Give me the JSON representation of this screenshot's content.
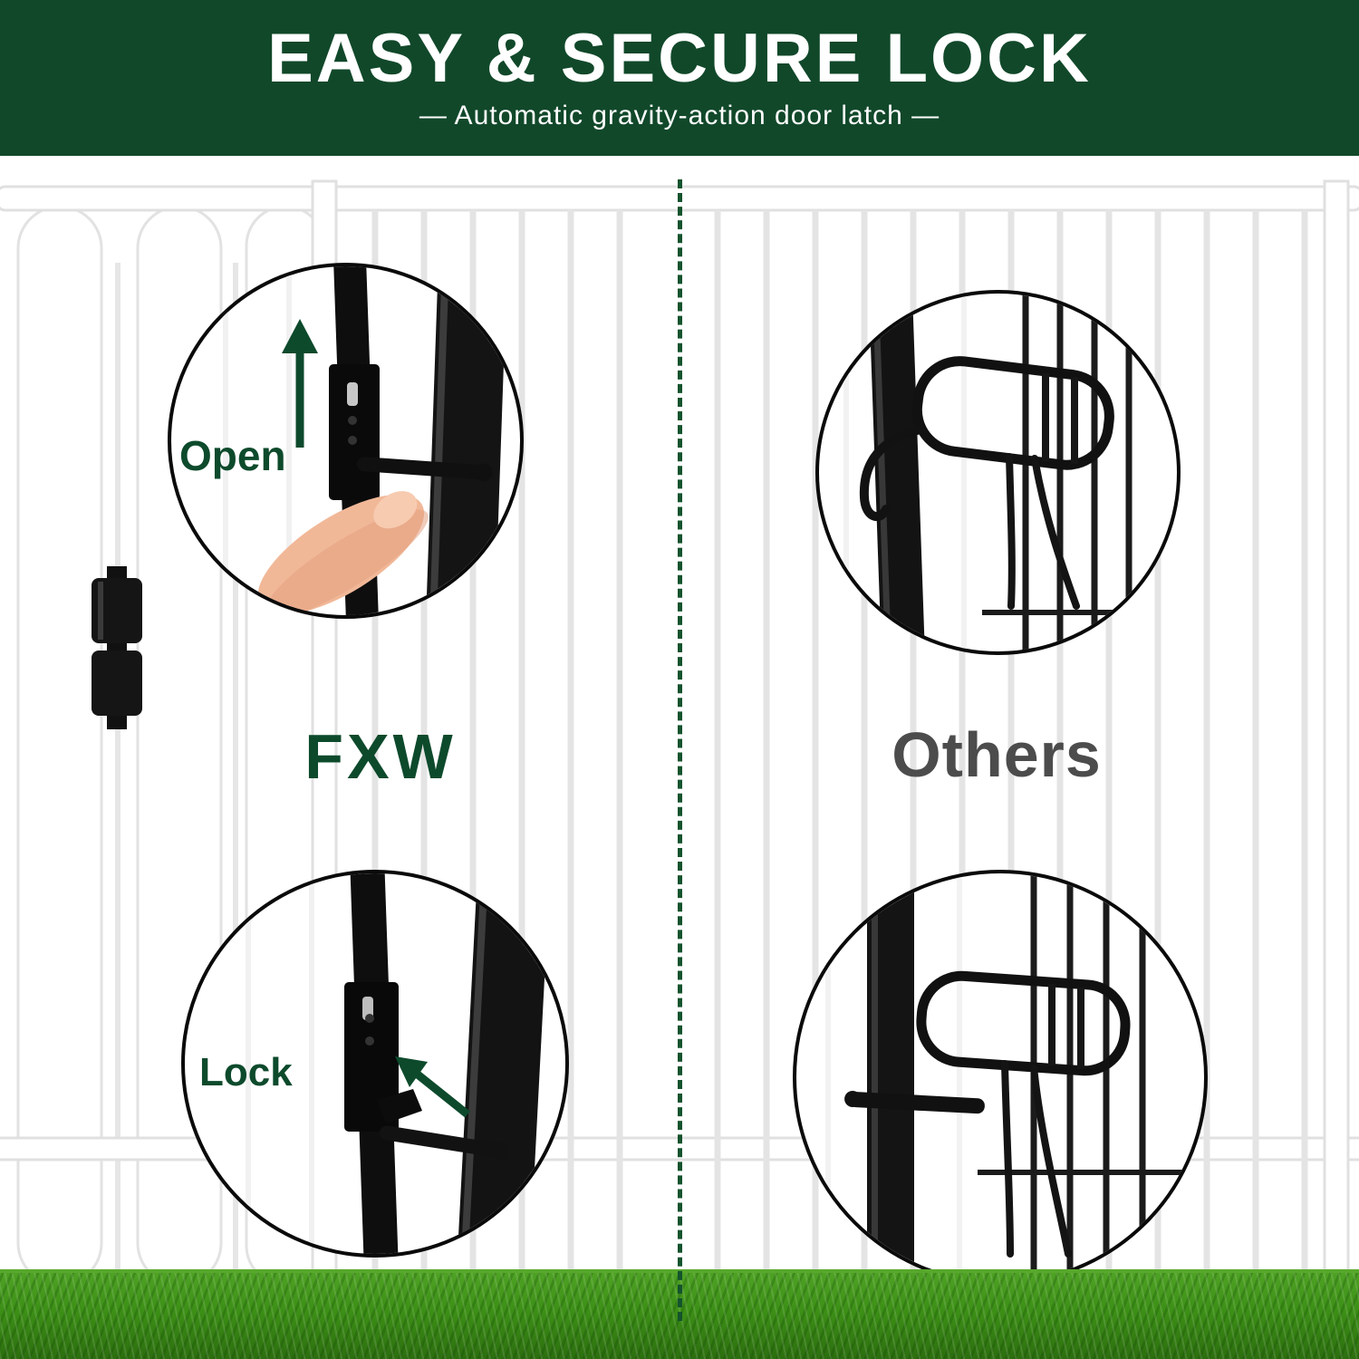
{
  "header": {
    "title": "EASY & SECURE LOCK",
    "subtitle": "—  Automatic gravity-action door latch  —"
  },
  "left_section": {
    "brand_label": "FXW",
    "open_label": "Open",
    "lock_label": "Lock"
  },
  "right_section": {
    "brand_label": "Others"
  },
  "colors": {
    "banner_green": "#11482a",
    "accent_green": "#0d4a2c",
    "others_gray": "#4c4c4c",
    "divider_green": "#14532d",
    "grass_green": "#3c8f16",
    "latch_black": "#111111",
    "finger_skin": "#f1b898"
  },
  "icons": {
    "open_arrow": "arrow-up-icon",
    "lock_arrow": "arrow-up-left-icon"
  }
}
